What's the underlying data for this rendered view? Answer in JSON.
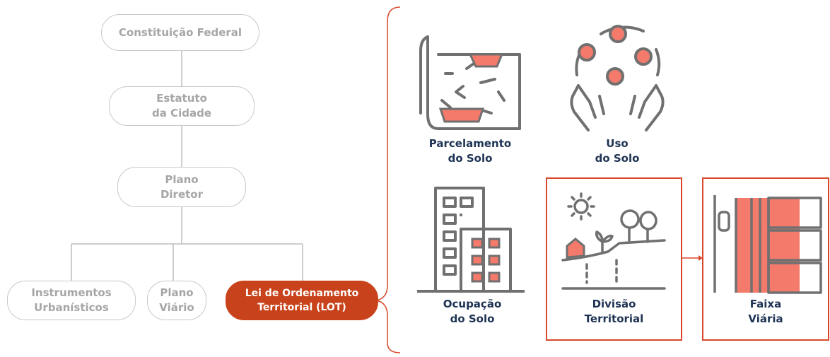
{
  "hierarchy": {
    "constituicao": "Constituição Federal",
    "estatuto": "Estatuto\nda Cidade",
    "plano_diretor": "Plano\nDiretor",
    "instrumentos": "Instrumentos\nUrbanísticos",
    "plano_viario": "Plano\nViário",
    "lot": "Lei de Ordenamento\nTerritorial (LOT)"
  },
  "topics": {
    "parcelamento": "Parcelamento\ndo Solo",
    "uso": "Uso\ndo Solo",
    "ocupacao": "Ocupação\ndo Solo",
    "divisao": "Divisão\nTerritorial",
    "faixa": "Faixa\nViária"
  },
  "colors": {
    "accent": "#c8431b",
    "highlight_fill": "#f47a6b",
    "muted_text": "#a6a6a6",
    "topic_text": "#1e3354",
    "icon_stroke": "#707070"
  },
  "icons": {
    "parcelamento": "map-plot-icon",
    "uso": "juggling-hands-icon",
    "ocupacao": "buildings-icon",
    "divisao": "landscape-division-icon",
    "faixa": "road-strip-icon"
  }
}
